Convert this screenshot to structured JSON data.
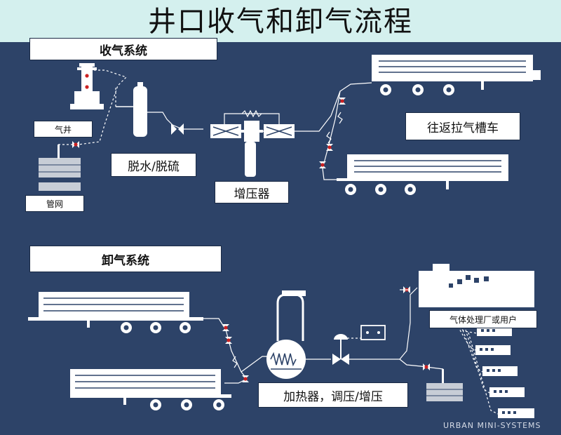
{
  "title": "井口收气和卸气流程",
  "colors": {
    "background": "#d4f0ee",
    "panel": "#2d4368",
    "line": "#ffffff",
    "valve_red": "#cc2222"
  },
  "sections": {
    "receiving": "收气系统",
    "unloading": "卸气系统"
  },
  "labels": {
    "gas_well": "气井",
    "pipe_network": "管网",
    "dehydration": "脱水/脱硫",
    "compressor": "增压器",
    "tube_trailer": "往返拉气槽车",
    "heater": "加热器，调压/增压",
    "plant_user": "气体处理厂或用户"
  },
  "footer": "URBAN MINI-SYSTEMS"
}
